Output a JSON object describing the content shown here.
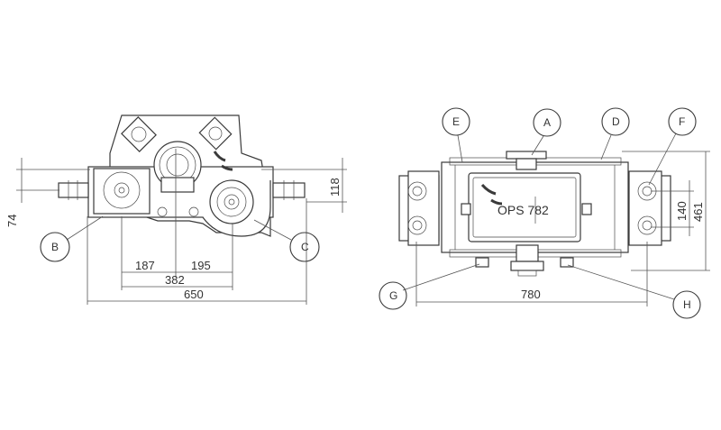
{
  "colors": {
    "line": "#3a3a3a",
    "background": "#ffffff"
  },
  "model_label": "OPS 782",
  "callouts": {
    "A": "A",
    "B": "B",
    "C": "C",
    "D": "D",
    "E": "E",
    "F": "F",
    "G": "G",
    "H": "H"
  },
  "dimensions": {
    "left_view": {
      "d187": "187",
      "d195": "195",
      "d382": "382",
      "d650": "650",
      "d74": "74",
      "d118": "118"
    },
    "right_view": {
      "d780": "780",
      "d140": "140",
      "d461": "461"
    }
  }
}
